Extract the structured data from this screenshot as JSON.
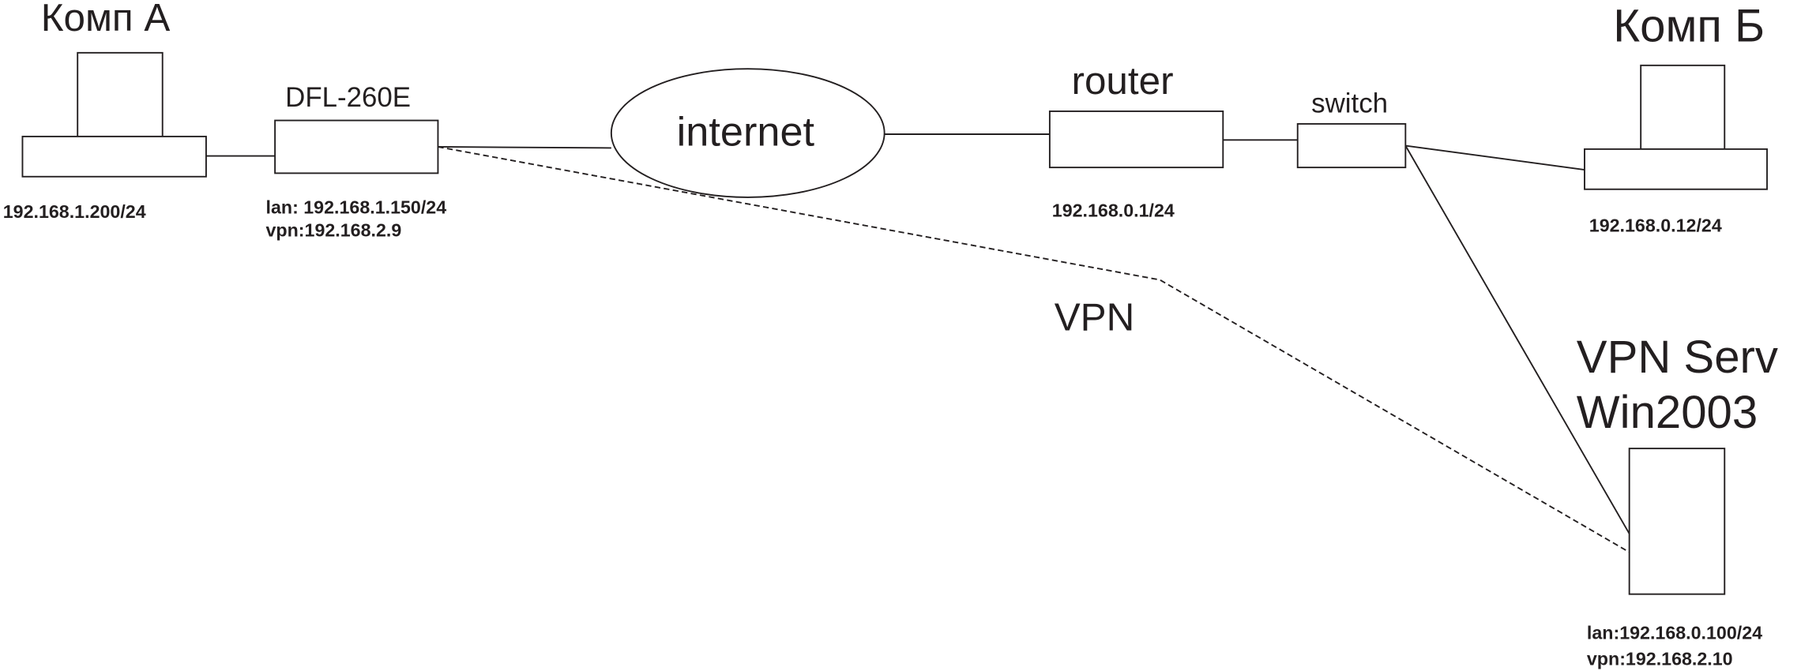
{
  "nodes": {
    "comp_a": {
      "label": "Комп А",
      "ip": "192.168.1.200/24"
    },
    "dfl": {
      "label": "DFL-260E",
      "lan": "lan: 192.168.1.150/24",
      "vpn": "vpn:192.168.2.9"
    },
    "internet": {
      "label": "internet"
    },
    "router": {
      "label": "router",
      "ip": "192.168.0.1/24"
    },
    "switch": {
      "label": "switch"
    },
    "comp_b": {
      "label": "Комп Б",
      "ip": "192.168.0.12/24"
    },
    "vpn_server": {
      "label_line1": "VPN Serv",
      "label_line2": "Win2003",
      "lan": "lan:192.168.0.100/24",
      "vpn": "vpn:192.168.2.10"
    }
  },
  "tunnel": {
    "label": "VPN"
  }
}
